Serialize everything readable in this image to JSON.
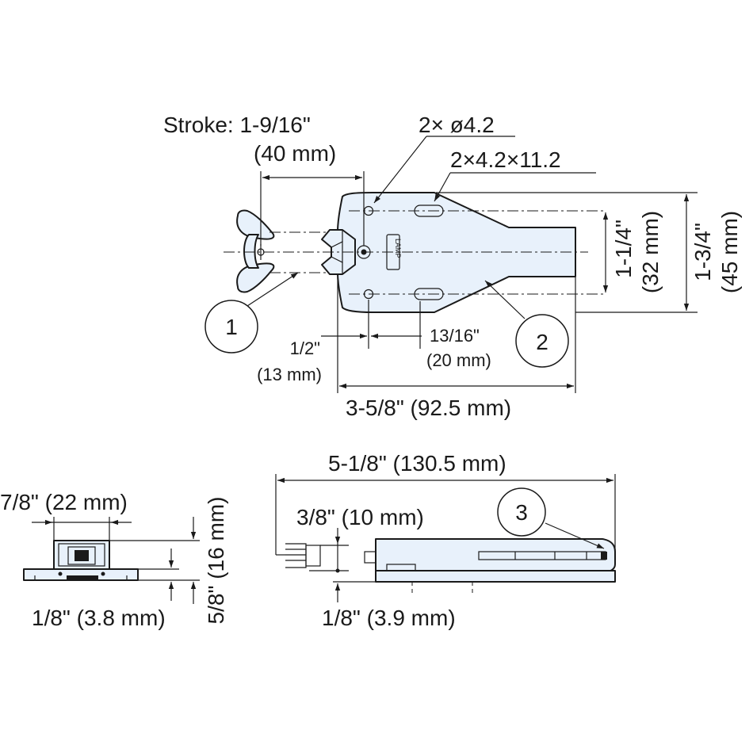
{
  "labels": {
    "stroke_title": "Stroke: 1-9/16\"",
    "stroke_mm": "(40 mm)",
    "holes": "2× ø4.2",
    "slots": "2×4.2×11.2",
    "h_small_in": "1-1/4\"",
    "h_small_mm": "(32 mm)",
    "h_big_in": "1-3/4\"",
    "h_big_mm": "(45 mm)",
    "offset_in": "1/2\"",
    "offset_mm": "(13 mm)",
    "pitch_in": "13/16\"",
    "pitch_mm": "(20 mm)",
    "base_length": "3-5/8\" (92.5 mm)",
    "total_length": "5-1/8\" (130.5 mm)",
    "width": "7/8\" (22 mm)",
    "height_in": "5/8\" (16 mm)",
    "plate_left": "1/8\" (3.8 mm)",
    "catch_offset": "3/8\" (10 mm)",
    "plate_right": "1/8\" (3.9 mm)"
  },
  "callouts": [
    "1",
    "2",
    "3"
  ],
  "logo_text": "LAMP",
  "colors": {
    "fill": "#e8f1fb",
    "line": "#1a1a1a"
  }
}
